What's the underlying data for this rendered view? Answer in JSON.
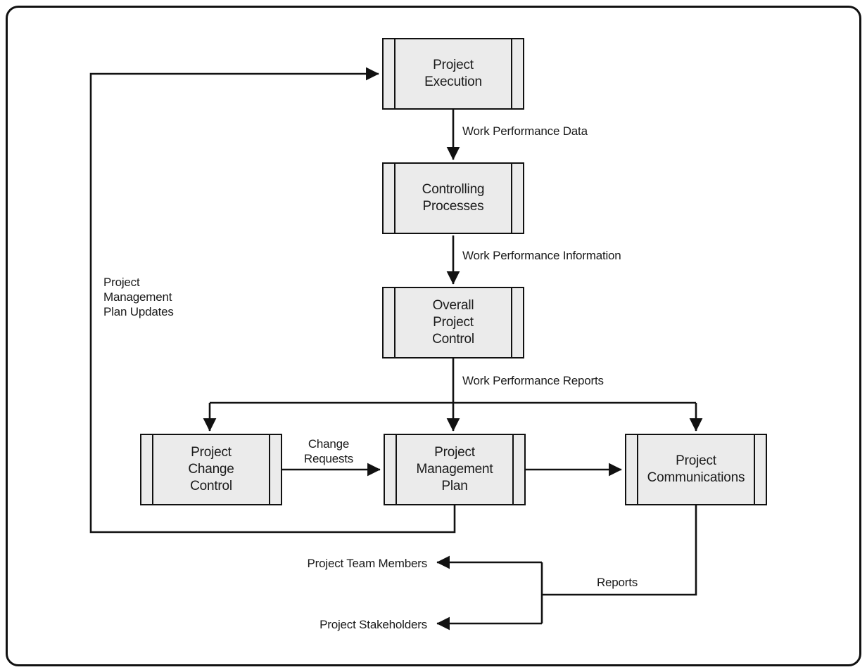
{
  "diagram": {
    "title": "Project communications flow diagram",
    "colors": {
      "line": "#111111",
      "box_fill": "#ebebeb",
      "box_border": "#111111",
      "text": "#1a1a1a",
      "background": "#ffffff"
    },
    "boxes": [
      {
        "id": "project-execution",
        "lines": [
          "Project",
          "Execution"
        ]
      },
      {
        "id": "controlling-processes",
        "lines": [
          "Controlling",
          "Processes"
        ]
      },
      {
        "id": "overall-project-control",
        "lines": [
          "Overall",
          "Project",
          "Control"
        ]
      },
      {
        "id": "project-change-control",
        "lines": [
          "Project",
          "Change",
          "Control"
        ]
      },
      {
        "id": "project-management-plan",
        "lines": [
          "Project",
          "Management",
          "Plan"
        ]
      },
      {
        "id": "project-communications",
        "lines": [
          "Project",
          "Communications"
        ]
      }
    ],
    "labels": {
      "work_performance_data": "Work Performance Data",
      "work_performance_information": "Work Performance Information",
      "work_performance_reports": "Work Performance Reports",
      "change_requests": [
        "Change",
        "Requests"
      ],
      "pmp_updates": [
        "Project",
        "Management",
        "Plan Updates"
      ],
      "reports": "Reports",
      "project_team_members": "Project Team Members",
      "project_stakeholders": "Project Stakeholders"
    }
  }
}
